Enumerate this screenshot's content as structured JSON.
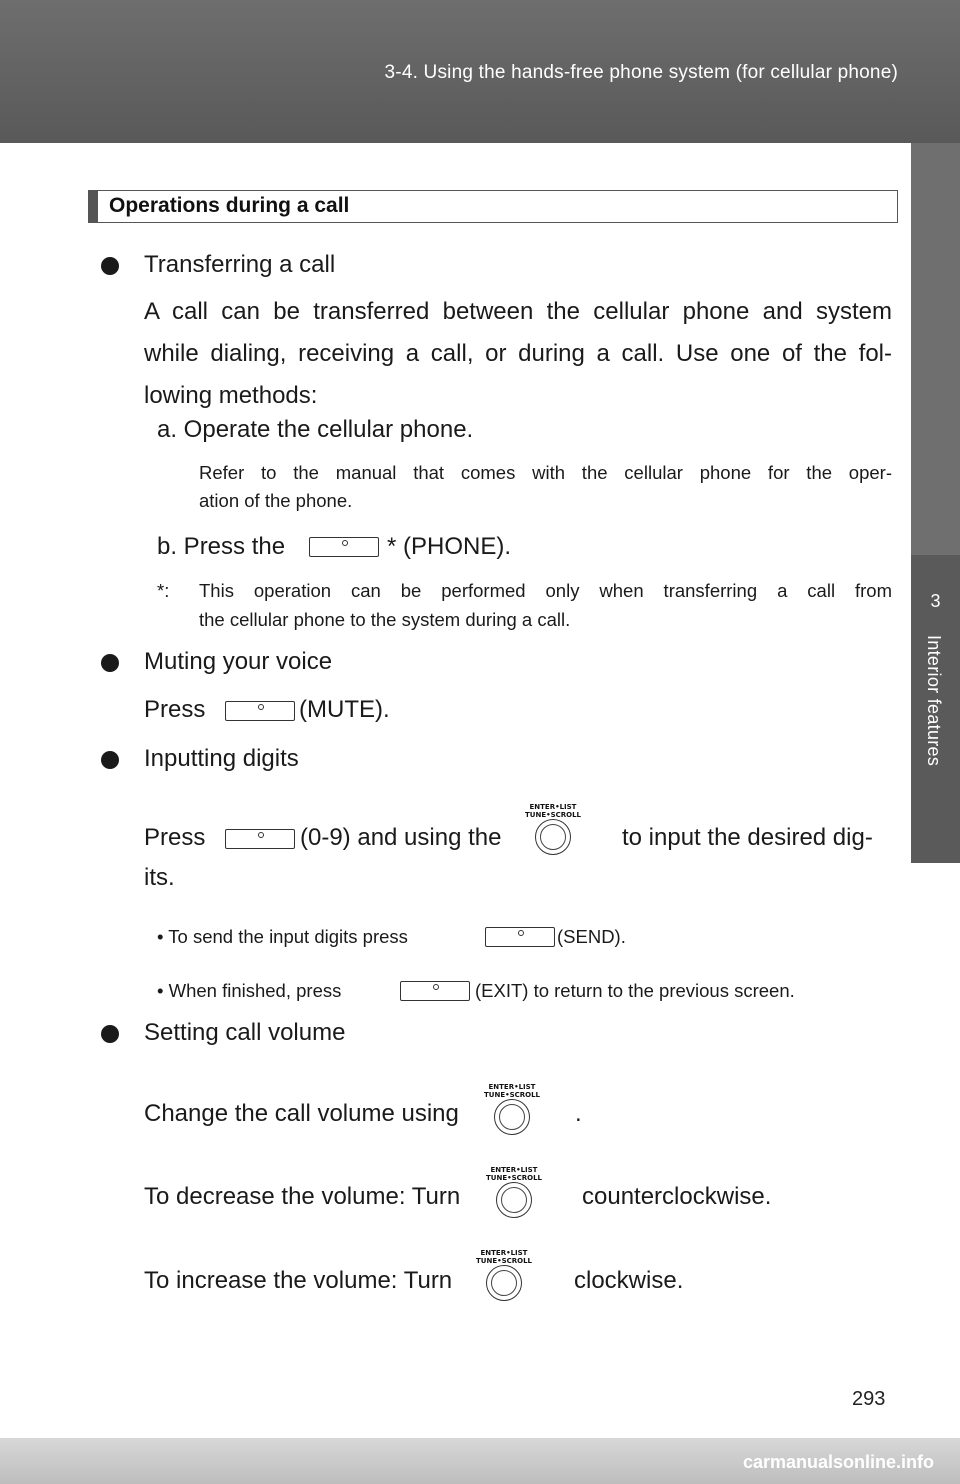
{
  "header": {
    "section": "3-4. Using the hands-free phone system (for cellular phone)"
  },
  "side_tab": {
    "chapter": "3",
    "label": "Interior features"
  },
  "page_number": "293",
  "watermark": "carmanualsonline.info",
  "knob_label": {
    "line1": "ENTER•LIST",
    "line2": "TUNE•SCROLL"
  },
  "title": "Operations during a call",
  "transfer": {
    "heading": "Transferring a call",
    "p1_line1": "A call can be transferred between the cellular phone and system",
    "p1_line2": "while dialing, receiving a call, or during a call. Use one of the fol-",
    "p1_line3": "lowing methods:",
    "a_label": "a. Operate the cellular phone.",
    "a_note_line1": "Refer to the manual that comes with the cellular phone for the oper-",
    "a_note_line2": "ation of the phone.",
    "b_pre": "b. Press the",
    "b_post": "* (PHONE).",
    "footnote_marker": "*:",
    "footnote_line1": "This operation can be performed only when transferring a call from",
    "footnote_line2": "the cellular phone to the system during a call."
  },
  "mute": {
    "heading": "Muting your voice",
    "pre": "Press",
    "post": "(MUTE)."
  },
  "digits": {
    "heading": "Inputting digits",
    "pre": "Press",
    "mid": "(0-9) and using the",
    "post": "to input the desired dig-",
    "post2": "its.",
    "send_pre": "• To send the input digits press",
    "send_post": "(SEND).",
    "exit_pre": "• When finished, press",
    "exit_post": "(EXIT) to return to the previous screen."
  },
  "volume": {
    "heading": "Setting call volume",
    "change_pre": "Change the call volume using",
    "change_post": ".",
    "decrease_pre": "To decrease the volume: Turn",
    "decrease_post": "counterclockwise.",
    "increase_pre": "To increase the volume: Turn",
    "increase_post": "clockwise."
  }
}
